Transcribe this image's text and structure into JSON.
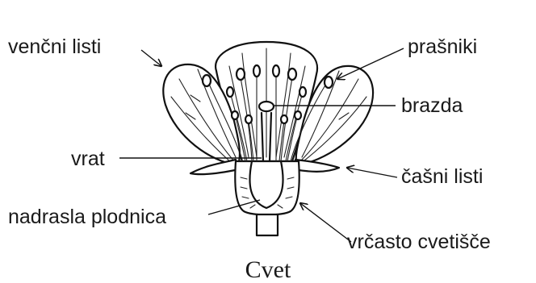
{
  "labels": {
    "vencni_listi": "venčni listi",
    "prasniki": "prašniki",
    "brazda": "brazda",
    "vrat": "vrat",
    "casni_listi": "čašni listi",
    "nadrasla_plodnica": "nadrasla plodnica",
    "vrcasto_cvetisce": "vrčasto cvetišče"
  },
  "caption": "Cvet"
}
